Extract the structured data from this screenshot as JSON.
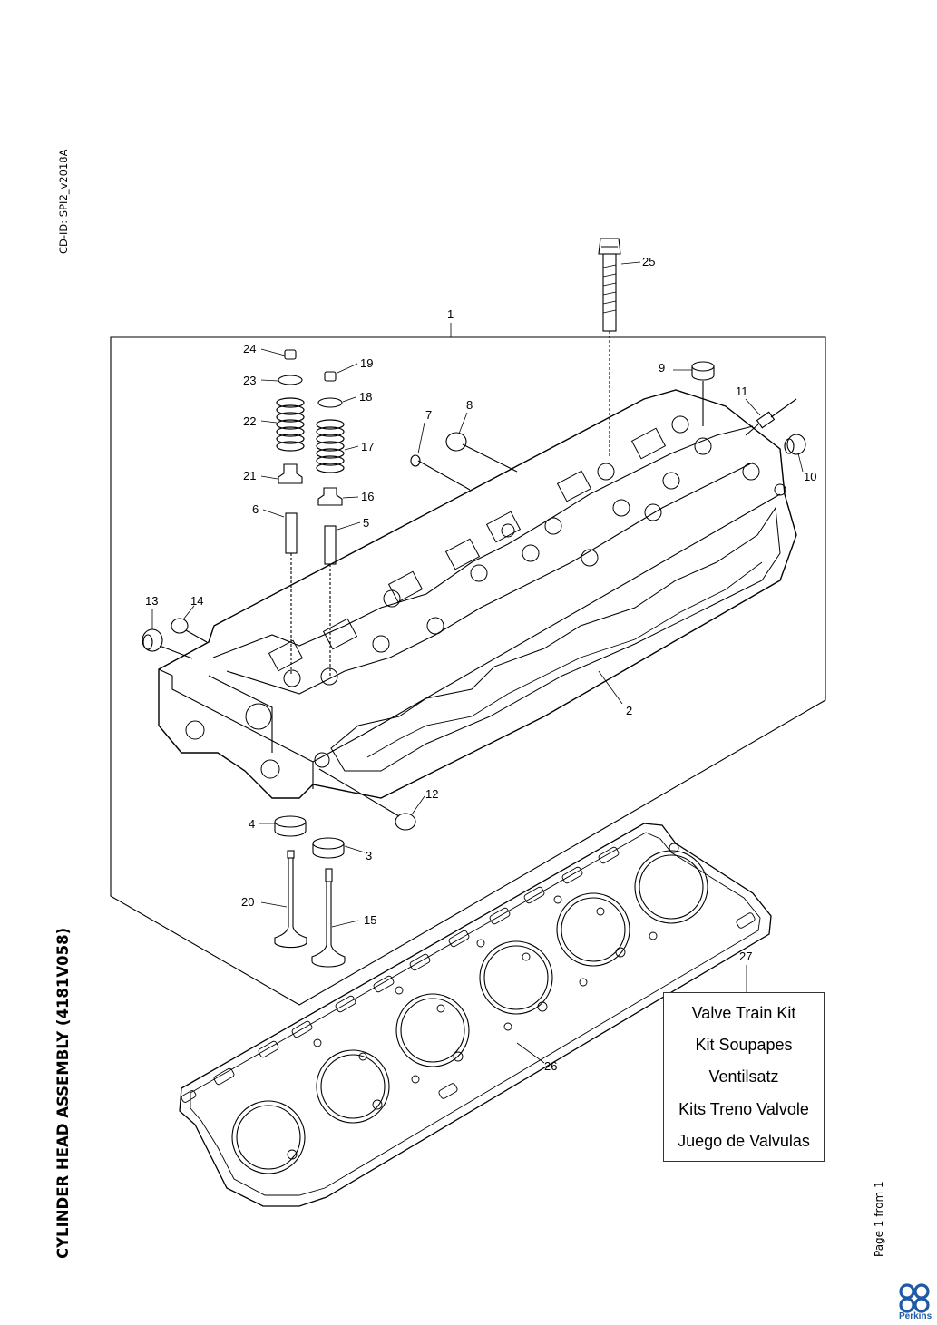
{
  "cd_id": "CD-ID: SPI2_v2018A",
  "title": "CYLINDER HEAD ASSEMBLY (4181V058)",
  "page_info": "Page 1 from 1",
  "logo_text": "Perkins",
  "brand_color": "#1f5aa6",
  "callouts": [
    "1",
    "2",
    "3",
    "4",
    "5",
    "6",
    "7",
    "8",
    "9",
    "10",
    "11",
    "12",
    "13",
    "14",
    "15",
    "16",
    "17",
    "18",
    "19",
    "20",
    "21",
    "22",
    "23",
    "24",
    "25",
    "26",
    "27"
  ],
  "kit_box": {
    "lines": [
      "Valve Train Kit",
      "Kit Soupapes",
      "Ventilsatz",
      "Kits Treno Valvole",
      "Juego de Valvulas"
    ]
  }
}
